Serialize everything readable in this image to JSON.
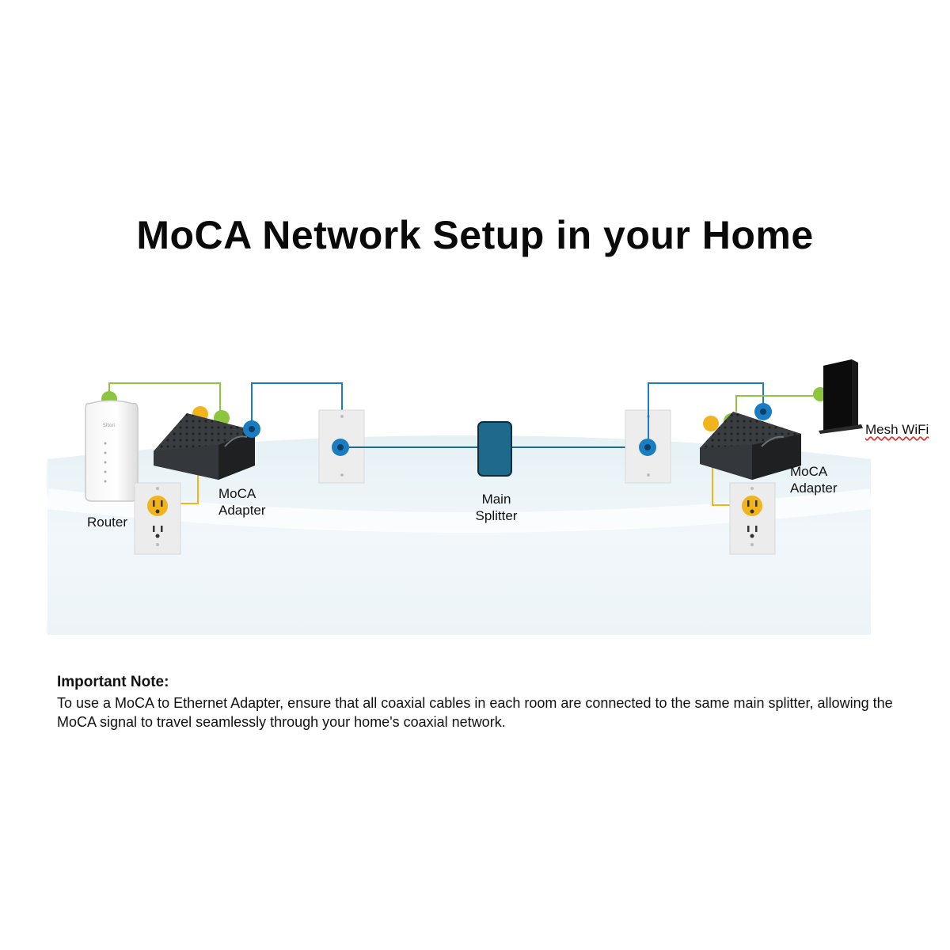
{
  "title": "MoCA Network Setup in your Home",
  "labels": {
    "router": "Router",
    "moca_left": "MoCA\nAdapter",
    "splitter": "Main\nSplitter",
    "moca_right": "MoCA\nAdapter",
    "mesh": "Mesh WiFi"
  },
  "note": {
    "heading": "Important Note:",
    "body": "To use a MoCA to Ethernet Adapter, ensure that all coaxial cables in each room are connected to the same main splitter, allowing the MoCA signal to travel seamlessly through your home's coaxial network."
  },
  "colors": {
    "ethernet": "#8cc63f",
    "coax": "#1a7cc1",
    "power": "#f2b41c",
    "splitter": "#1d6a8c"
  }
}
